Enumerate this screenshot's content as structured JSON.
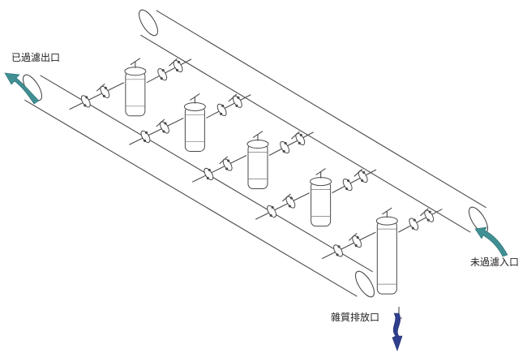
{
  "labels": {
    "outlet": "已過濾出口",
    "inlet": "未過濾入口",
    "drain": "雜質排放口"
  },
  "colors": {
    "arrow": "#3f8f93",
    "drain_arrow": "#2f3f8e",
    "line": "#4a4a4a",
    "background": "#ffffff"
  },
  "icons": {
    "outlet_arrow": "curved-arrow-left-icon",
    "inlet_arrow": "curved-arrow-up-left-icon",
    "drain_arrow": "wavy-arrow-down-icon"
  }
}
